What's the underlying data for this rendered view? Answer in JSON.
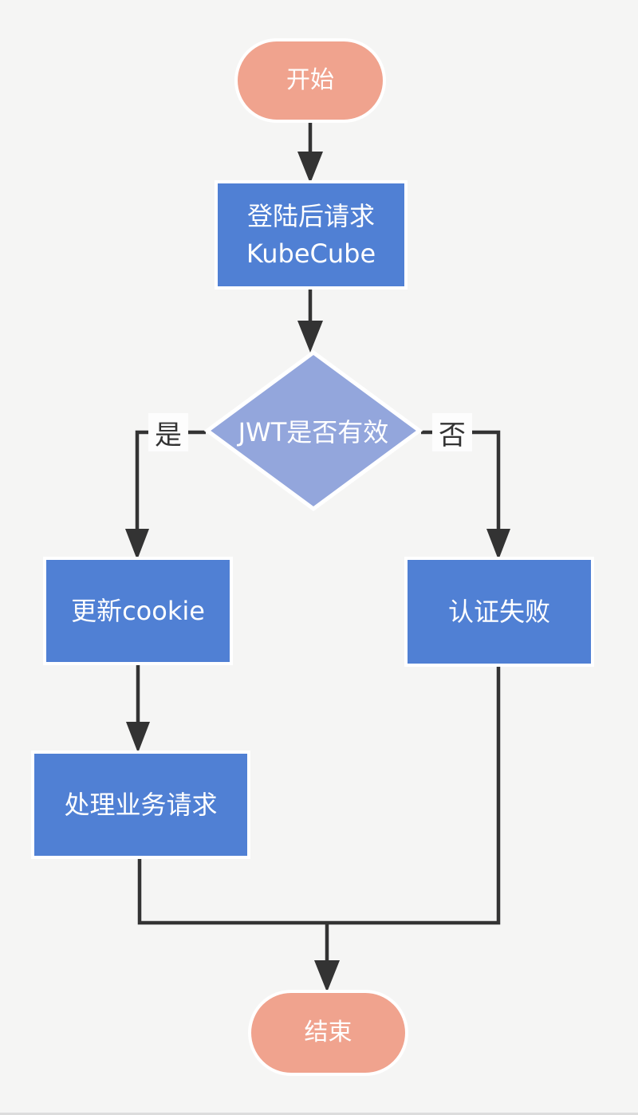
{
  "diagram": {
    "type": "flowchart",
    "colors": {
      "background": "#f5f5f4",
      "terminal": "#f0a38e",
      "process": "#5080d4",
      "decision": "#93a6dc",
      "line": "#333333",
      "node_text": "#ffffff",
      "edge_label_text": "#333333"
    },
    "nodes": {
      "start": {
        "label": "开始",
        "type": "terminal"
      },
      "request": {
        "label": "登陆后请求\nKubeCube",
        "type": "process"
      },
      "decision": {
        "label": "JWT是否有效",
        "type": "decision"
      },
      "update_cookie": {
        "label": "更新cookie",
        "type": "process"
      },
      "auth_failed": {
        "label": "认证失败",
        "type": "process"
      },
      "handle_request": {
        "label": "处理业务请求",
        "type": "process"
      },
      "end": {
        "label": "结束",
        "type": "terminal"
      }
    },
    "edges": {
      "start_to_request": {
        "from": "start",
        "to": "request",
        "label": ""
      },
      "request_to_decision": {
        "from": "request",
        "to": "decision",
        "label": ""
      },
      "yes": {
        "from": "decision",
        "to": "update_cookie",
        "label": "是"
      },
      "no": {
        "from": "decision",
        "to": "auth_failed",
        "label": "否"
      },
      "update_to_handle": {
        "from": "update_cookie",
        "to": "handle_request",
        "label": ""
      },
      "handle_to_end": {
        "from": "handle_request",
        "to": "end",
        "label": ""
      },
      "auth_failed_to_end": {
        "from": "auth_failed",
        "to": "end",
        "label": ""
      }
    }
  }
}
